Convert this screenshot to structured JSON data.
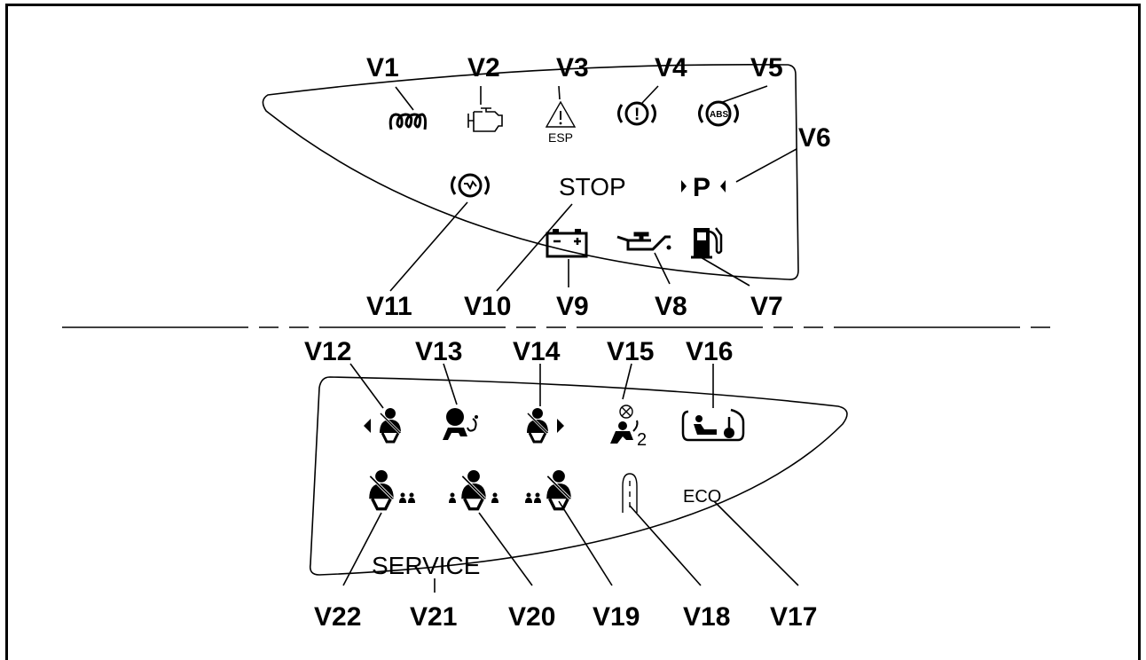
{
  "diagram": {
    "upper_panel": {
      "callouts": [
        "V1",
        "V2",
        "V3",
        "V4",
        "V5",
        "V6",
        "V7",
        "V8",
        "V9",
        "V10",
        "V11"
      ],
      "indicators": {
        "v1": {
          "icon": "glow-plug-icon"
        },
        "v2": {
          "icon": "check-engine-icon"
        },
        "v3": {
          "icon": "esp-warning-icon",
          "text": "ESP"
        },
        "v4": {
          "icon": "brake-warning-icon",
          "text": "!"
        },
        "v5": {
          "icon": "abs-icon",
          "text": "ABS"
        },
        "v6": {
          "icon": "parking-sensor-icon",
          "text": "P"
        },
        "v7": {
          "icon": "fuel-pump-icon"
        },
        "v8": {
          "icon": "oil-pressure-icon"
        },
        "v9": {
          "icon": "battery-icon"
        },
        "v10": {
          "icon": "stop-text",
          "text": "STOP"
        },
        "v11": {
          "icon": "brake-pad-wear-icon"
        }
      }
    },
    "lower_panel": {
      "callouts": [
        "V12",
        "V13",
        "V14",
        "V15",
        "V16",
        "V17",
        "V18",
        "V19",
        "V20",
        "V21",
        "V22"
      ],
      "indicators": {
        "v12": {
          "icon": "seatbelt-left-icon"
        },
        "v13": {
          "icon": "airbag-icon"
        },
        "v14": {
          "icon": "seatbelt-right-icon"
        },
        "v15": {
          "icon": "passenger-airbag-off-icon",
          "text": "2"
        },
        "v16": {
          "icon": "seat-heater-icon"
        },
        "v17": {
          "icon": "eco-text",
          "text": "ECO"
        },
        "v18": {
          "icon": "frost-warning-icon"
        },
        "v19": {
          "icon": "rear-seatbelt-left-icon"
        },
        "v20": {
          "icon": "rear-seatbelt-center-icon"
        },
        "v21": {
          "icon": "service-text",
          "text": "SERVICE"
        },
        "v22": {
          "icon": "rear-seatbelt-right-icon"
        }
      }
    }
  }
}
